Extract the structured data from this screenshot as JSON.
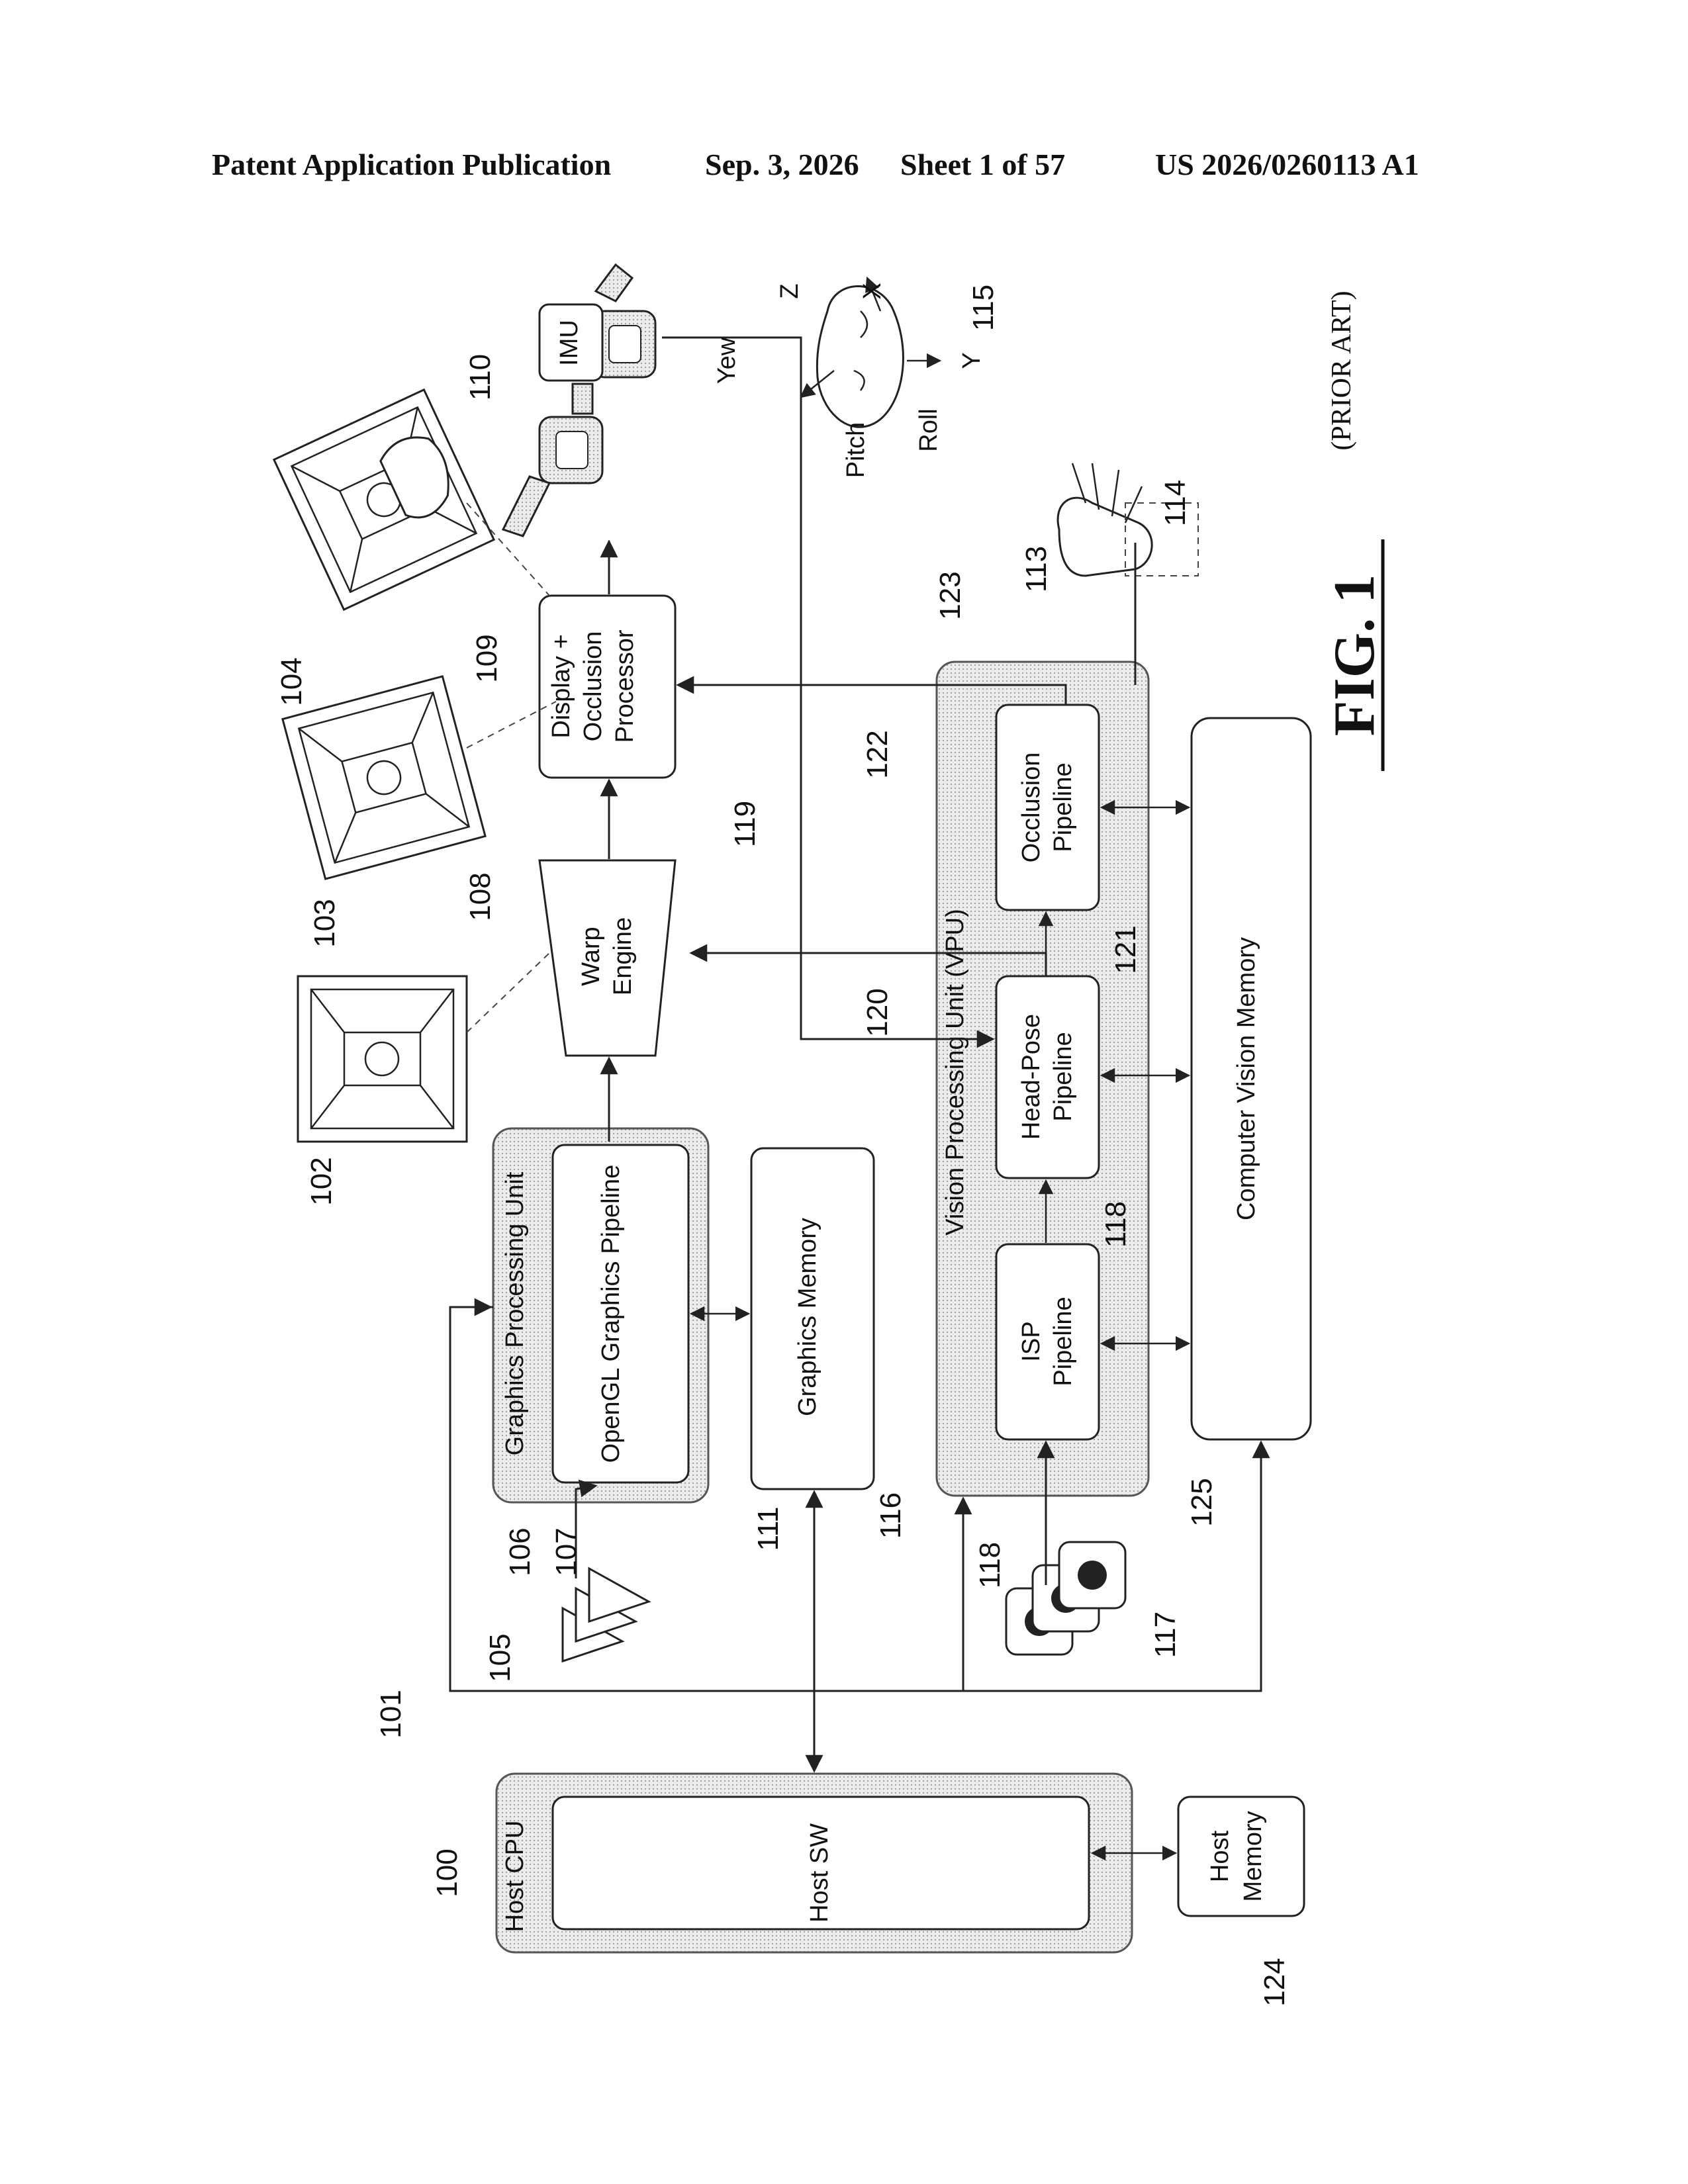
{
  "header": {
    "publication": "Patent Application Publication",
    "date": "Sep. 3, 2026",
    "sheet": "Sheet 1 of 57",
    "number": "US 2026/0260113 A1"
  },
  "figure": {
    "caption": "FIG. 1",
    "caption_note": "(PRIOR ART)",
    "blocks": {
      "host_cpu": "Host CPU",
      "host_sw": "Host SW",
      "host_memory_1": "Host",
      "host_memory_2": "Memory",
      "gpu": "Graphics Processing Unit",
      "opengl": "OpenGL Graphics Pipeline",
      "graphics_memory": "Graphics Memory",
      "vpu": "Vision Processing Unit (VPU)",
      "isp_1": "ISP",
      "isp_2": "Pipeline",
      "headpose_1": "Head-Pose",
      "headpose_2": "Pipeline",
      "occlusion_1": "Occlusion",
      "occlusion_2": "Pipeline",
      "cv_memory": "Computer Vision Memory",
      "warp_1": "Warp",
      "warp_2": "Engine",
      "display_1": "Display +",
      "display_2": "Occlusion",
      "display_3": "Processor",
      "imu": "IMU"
    },
    "axes": {
      "yew": "Yew",
      "pitch": "Pitch",
      "roll": "Roll",
      "z": "Z",
      "x": "X",
      "y": "Y"
    },
    "refs": [
      "100",
      "101",
      "102",
      "103",
      "104",
      "105",
      "106",
      "107",
      "108",
      "109",
      "110",
      "111",
      "113",
      "114",
      "115",
      "116",
      "117",
      "118",
      "118",
      "119",
      "120",
      "121",
      "122",
      "123",
      "124",
      "125"
    ]
  }
}
